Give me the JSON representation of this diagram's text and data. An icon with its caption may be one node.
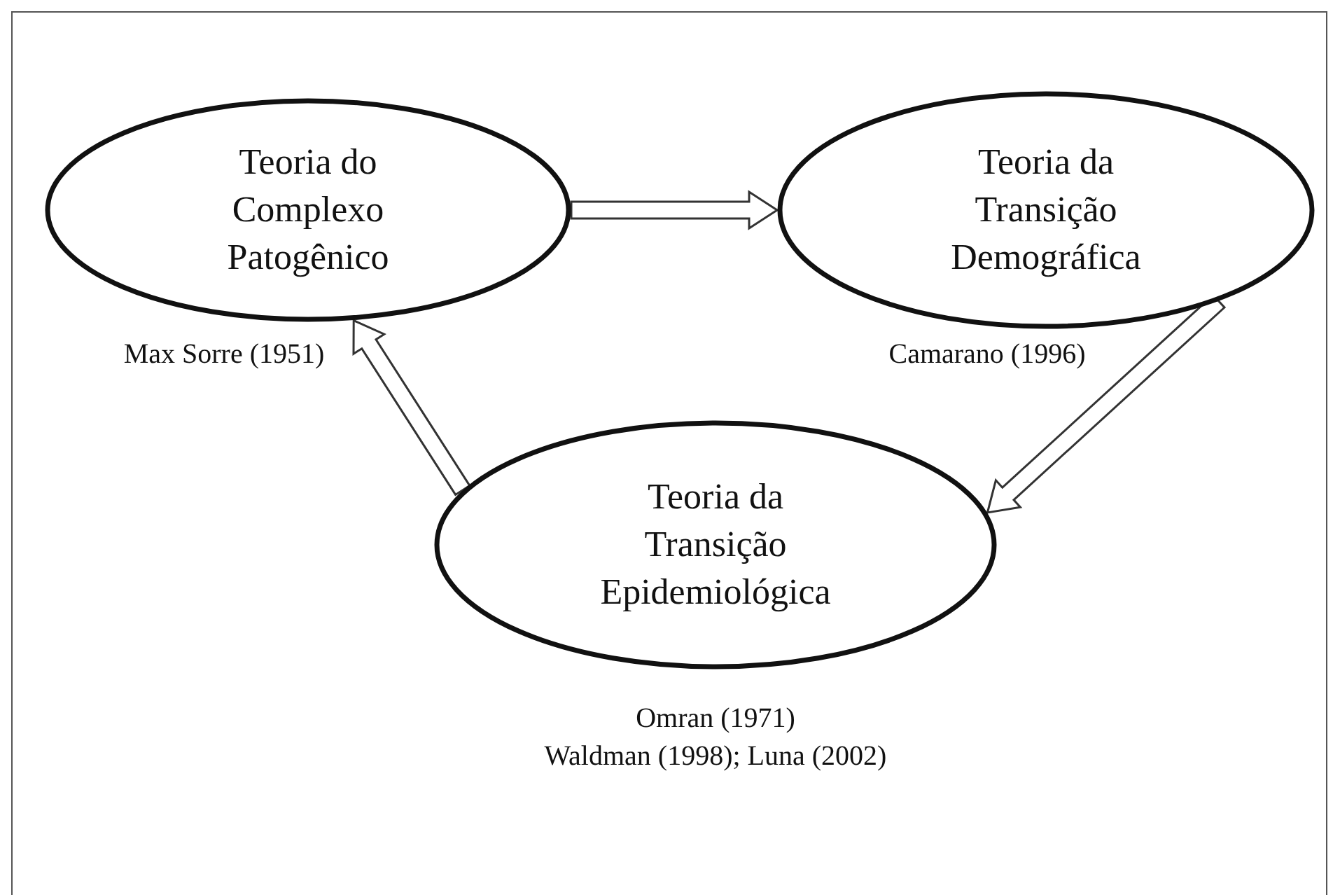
{
  "diagram": {
    "nodes": [
      {
        "text": [
          "Teoria do Complexo Patogênico"
        ],
        "beside": [
          "Max Sorre (1951)"
        ]
      },
      {
        "text": [
          "Teoria da Transição Demográfica"
        ],
        "beside": [
          "Camarano (1996)"
        ]
      },
      {
        "text": [
          "Teoria da Transição Epidemiológica"
        ],
        "beside": [
          "Omran (1971)",
          "Waldman (1998); Luna (2002)"
        ]
      }
    ],
    "edges": [
      {
        "from": 0,
        "to": 1,
        "arrow": "to"
      },
      {
        "from": 1,
        "to": 2,
        "arrow": "to"
      },
      {
        "from": 2,
        "to": 0,
        "arrow": "to"
      }
    ]
  }
}
